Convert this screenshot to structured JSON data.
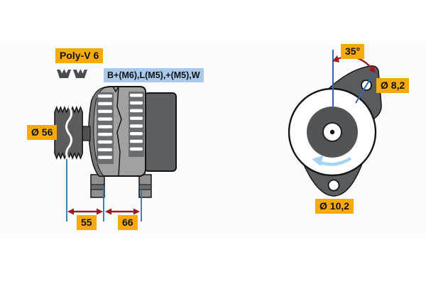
{
  "drawing": {
    "type": "alternator-technical-drawing",
    "labels": {
      "belt_type": "Poly-V 6",
      "terminals": "B+(M6),L(M5),+(M5),W",
      "pulley_diameter": "Ø 56",
      "length_front": "55",
      "length_rear": "66",
      "mounting_angle": "35°",
      "top_hole_diameter": "Ø 8,2",
      "bottom_hole_diameter": "Ø 10,2"
    },
    "colors": {
      "dimension_label_bg": "#F8A90B",
      "terminals_label_bg": "#A8C9E9",
      "label_text": "#111111",
      "extension_line": "#3A6FA8",
      "dimension_arrow": "#9A1C1F",
      "rotation_arrow": "#A6D3F4",
      "outline": "#141414",
      "body_gray": "#9FA1A3",
      "dark_gray": "#5A5C5E",
      "background": "#FFFFFF"
    },
    "icons": {
      "belt_profile": "belt-profile-icon",
      "rotation_direction": "rotation-arrow-icon"
    }
  }
}
